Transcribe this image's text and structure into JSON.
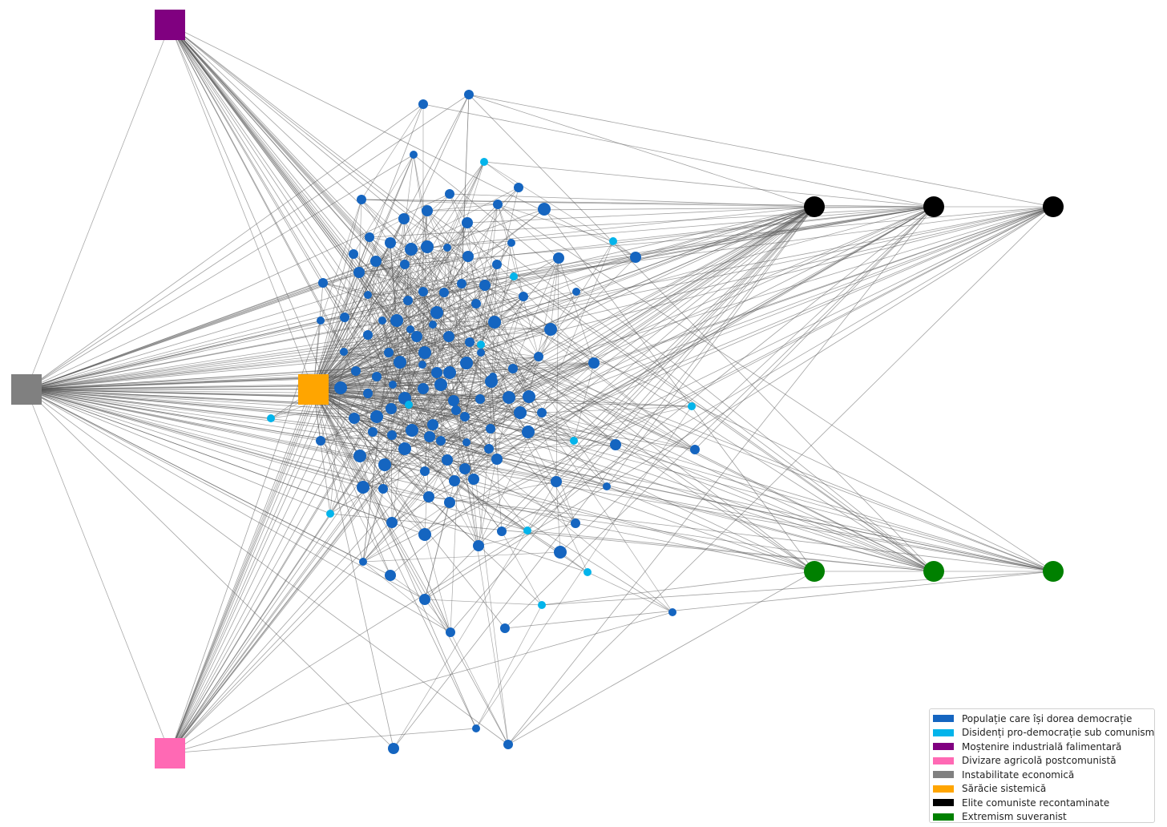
{
  "colors": {
    "populatie": "#1565c0",
    "disidenti": "#03b4eb",
    "mostenire": "#800080",
    "divizare": "#ff69b4",
    "instabilitate": "#808080",
    "saracie": "#ffa500",
    "elite": "#000000",
    "extremism": "#008000",
    "edge": "#555555"
  },
  "legend": {
    "items": [
      {
        "label": "Populație care își dorea democrație",
        "color": "#1565c0"
      },
      {
        "label": "Disidenți pro-democrație sub comunism",
        "color": "#03b4eb"
      },
      {
        "label": "Moștenire industrială falimentară",
        "color": "#800080"
      },
      {
        "label": "Divizare agricolă postcomunistă",
        "color": "#ff69b4"
      },
      {
        "label": "Instabilitate economică",
        "color": "#808080"
      },
      {
        "label": "Sărăcie sistemică",
        "color": "#ffa500"
      },
      {
        "label": "Elite comuniste recontaminate",
        "color": "#000000"
      },
      {
        "label": "Extremism suveranist",
        "color": "#008000"
      }
    ]
  },
  "graph": {
    "hub_nodes": [
      {
        "id": "mostenire",
        "group": "mostenire",
        "shape": "square"
      },
      {
        "id": "instabilitate",
        "group": "instabilitate",
        "shape": "square"
      },
      {
        "id": "saracie",
        "group": "saracie",
        "shape": "square"
      },
      {
        "id": "divizare",
        "group": "divizare",
        "shape": "square"
      },
      {
        "id": "elite-1",
        "group": "elite",
        "shape": "circle"
      },
      {
        "id": "elite-2",
        "group": "elite",
        "shape": "circle"
      },
      {
        "id": "elite-3",
        "group": "elite",
        "shape": "circle"
      },
      {
        "id": "extremism-1",
        "group": "extremism",
        "shape": "circle"
      },
      {
        "id": "extremism-2",
        "group": "extremism",
        "shape": "circle"
      },
      {
        "id": "extremism-3",
        "group": "extremism",
        "shape": "circle"
      }
    ],
    "populatie_count": 124,
    "disidenti_count": 12
  }
}
